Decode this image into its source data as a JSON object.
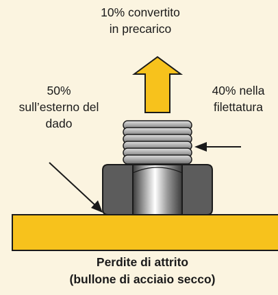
{
  "labels": {
    "top": "10% convertito\nin precarico",
    "left": "50%\nsull’esterno del\ndado",
    "right": "40% nella\nfilettatura"
  },
  "caption": {
    "line1": "Perdite di attrito",
    "line2": "(bullone di acciaio secco)"
  },
  "colors": {
    "background": "#fbf4e0",
    "plate": "#f7c21c",
    "arrow": "#f7c21c",
    "outline": "#1a1a1a"
  }
}
